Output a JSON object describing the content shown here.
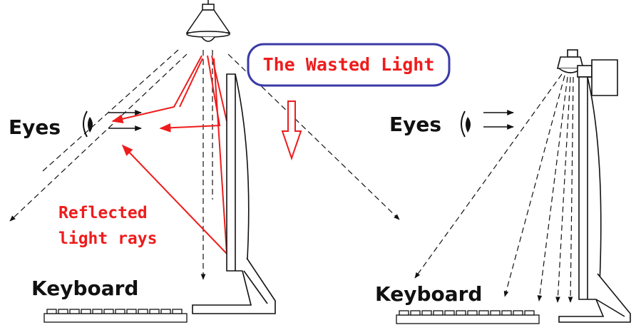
{
  "left_panel": {
    "eyes_label": "Eyes",
    "keyboard_label": "Keyboard",
    "reflected_label_line1": "Reflected",
    "reflected_label_line2": "light rays",
    "wasted_light_label": "The Wasted Light"
  },
  "right_panel": {
    "eyes_label": "Eyes",
    "keyboard_label": "Keyboard"
  },
  "icons": [
    "ceiling-lamp-icon",
    "eye-icon",
    "monitor-light-bar-icon",
    "keyboard-icon",
    "monitor-icon"
  ],
  "colors": {
    "ink": "#111111",
    "reflected_rays": "#ee1c1c",
    "callout_border": "#3a3aa8",
    "wasted_arrow": "#ee1c1c"
  }
}
